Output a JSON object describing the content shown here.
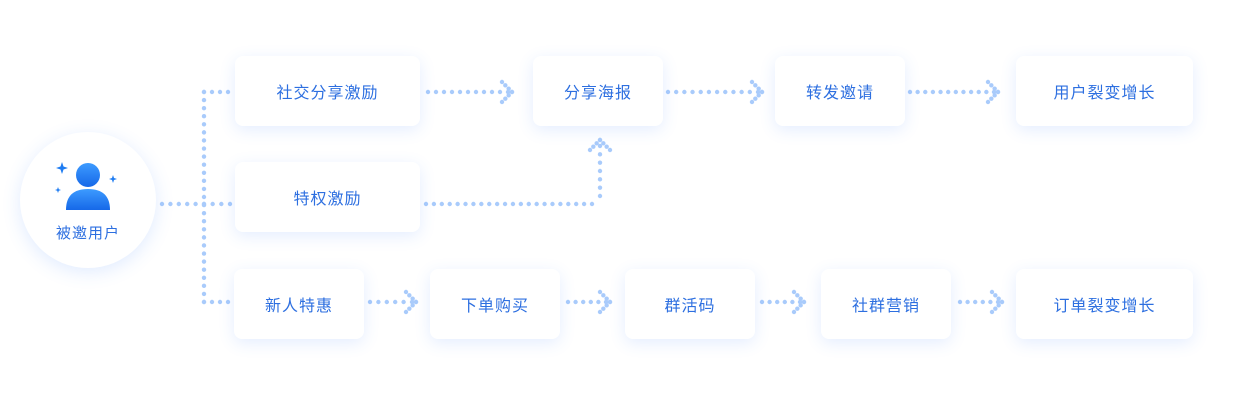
{
  "source_user": {
    "label": "被邀用户",
    "icon": "user-icon"
  },
  "nodes": {
    "social_incentive": "社交分享激励",
    "share_poster": "分享海报",
    "forward_invite": "转发邀请",
    "user_growth": "用户裂变增长",
    "privilege_incentive": "特权激励",
    "newcomer_offer": "新人特惠",
    "place_order": "下单购买",
    "group_qr": "群活码",
    "group_marketing": "社群营销",
    "order_growth": "订单裂变增长"
  },
  "colors": {
    "accent": "#2d6fe0",
    "dot": "#a9cbfb",
    "icon": "#1e7cf2"
  }
}
